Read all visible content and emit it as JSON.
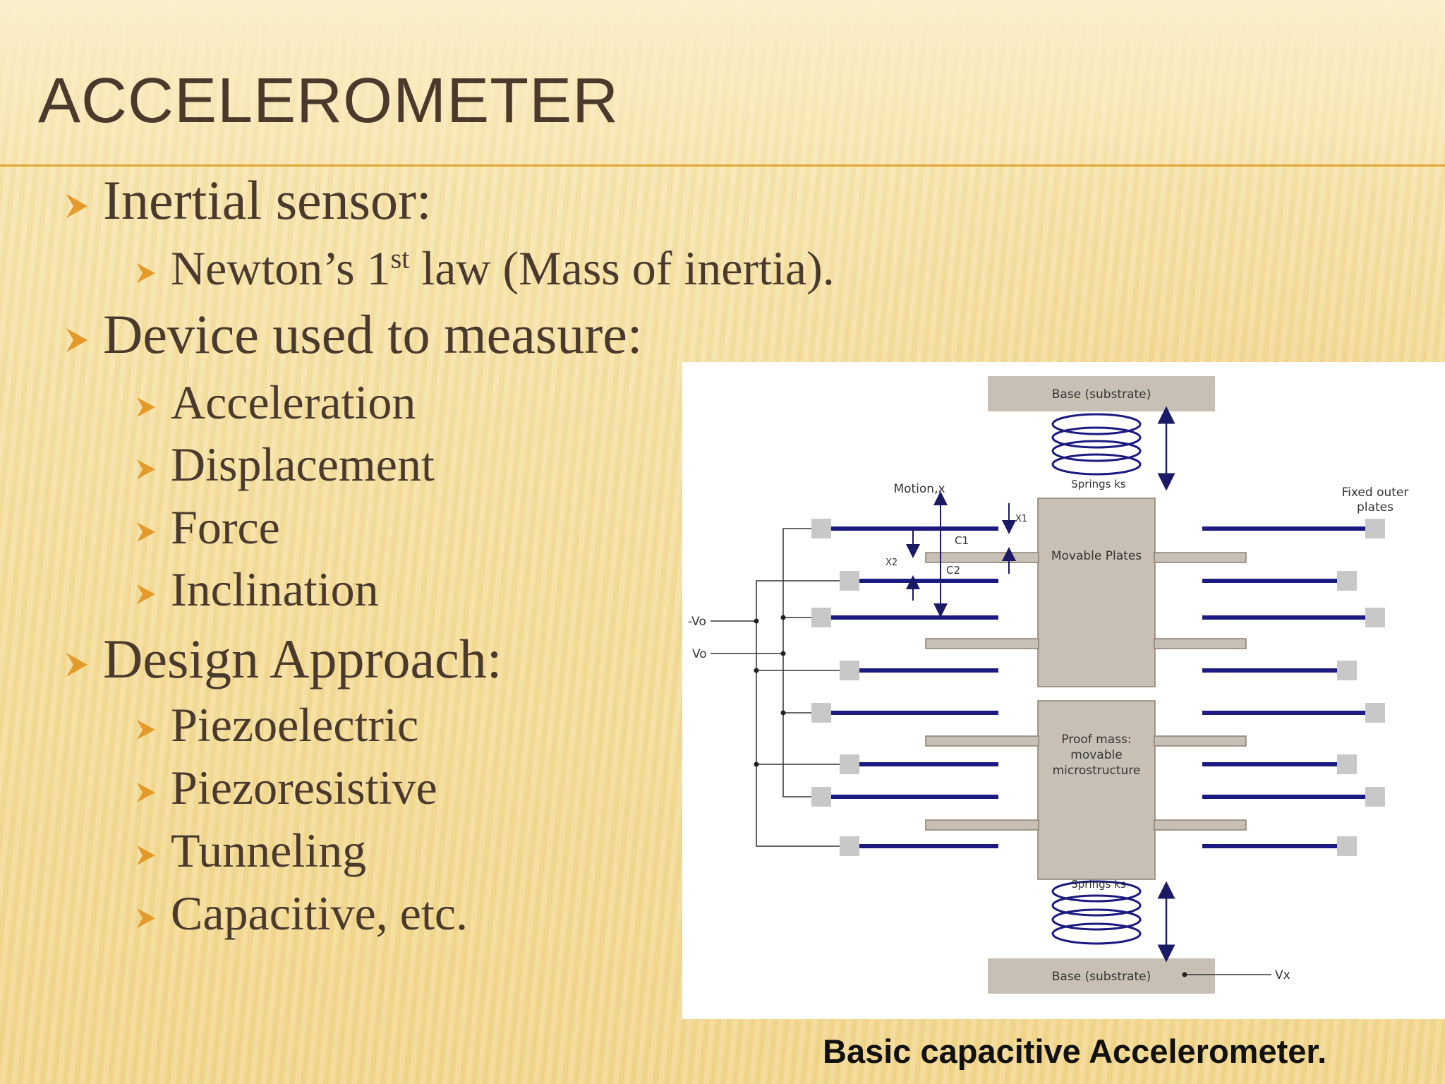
{
  "slide": {
    "title": "Accelerometer",
    "caption": "Basic capacitive Accelerometer.",
    "accent_color": "#e3a535",
    "bullet_color": "#e39a2b",
    "text_color": "#4a3a2e",
    "bullets": [
      {
        "level": 1,
        "text": "Inertial sensor:"
      },
      {
        "level": 2,
        "pre": "Newton’s 1",
        "sup": "st",
        "post": " law (Mass of inertia)."
      },
      {
        "level": 1,
        "text": "Device used to measure:"
      },
      {
        "level": 2,
        "text": "Acceleration"
      },
      {
        "level": 2,
        "text": "Displacement"
      },
      {
        "level": 2,
        "text": "Force"
      },
      {
        "level": 2,
        "text": "Inclination"
      },
      {
        "level": 1,
        "text": "Design Approach:"
      },
      {
        "level": 2,
        "text": "Piezoelectric"
      },
      {
        "level": 2,
        "text": "Piezoresistive"
      },
      {
        "level": 2,
        "text": "Tunneling"
      },
      {
        "level": 2,
        "text": "Capacitive, etc."
      }
    ]
  },
  "diagram": {
    "base_top": "Base (substrate)",
    "base_bottom": "Base (substrate)",
    "springs_top": "Springs ks",
    "springs_bottom": "Springs ks",
    "motion": "Motion,x",
    "fixed_outer_1": "Fixed outer",
    "fixed_outer_2": "plates",
    "movable_plates": "Movable Plates",
    "proof_mass_1": "Proof mass:",
    "proof_mass_2": "movable",
    "proof_mass_3": "microstructure",
    "c1": "C1",
    "c2": "C2",
    "x1": "X1",
    "x2": "X2",
    "neg_vo": "-Vo",
    "vo": "Vo",
    "vx": "Vx"
  }
}
